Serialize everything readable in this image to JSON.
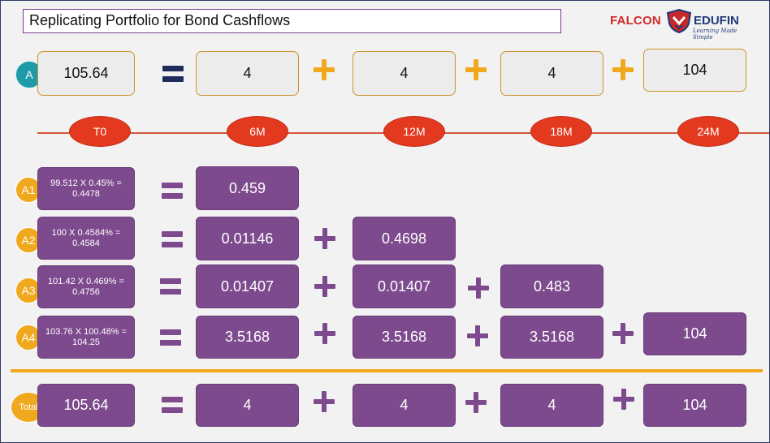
{
  "title": "Replicating Portfolio for Bond Cashflows",
  "logo": {
    "left": "FALCON",
    "right": "EDUFIN",
    "tagline": "Learning Made Simple"
  },
  "row_a": {
    "label": "A",
    "price": "105.64",
    "cashflows": [
      "4",
      "4",
      "4",
      "104"
    ]
  },
  "timeline": [
    "T0",
    "6M",
    "12M",
    "18M",
    "24M"
  ],
  "strips": [
    {
      "label": "A1",
      "calc": "99.512 X 0.45% = 0.4478",
      "values": [
        "0.459"
      ]
    },
    {
      "label": "A2",
      "calc": "100 X 0.4584% = 0.4584",
      "values": [
        "0.01146",
        "0.4698"
      ]
    },
    {
      "label": "A3",
      "calc": "101.42 X 0.469% = 0.4756",
      "values": [
        "0.01407",
        "0.01407",
        "0.483"
      ]
    },
    {
      "label": "A4",
      "calc": "103.76 X 100.48% = 104.25",
      "values": [
        "3.5168",
        "3.5168",
        "3.5168",
        "104"
      ]
    }
  ],
  "total": {
    "label": "Total",
    "price": "105.64",
    "values": [
      "4",
      "4",
      "4",
      "104"
    ]
  },
  "colors": {
    "purple": "#7d4a8d",
    "gold": "#f0a81c",
    "teal": "#1f9aa8",
    "red": "#e3391f",
    "navy": "#1f2b5a"
  }
}
